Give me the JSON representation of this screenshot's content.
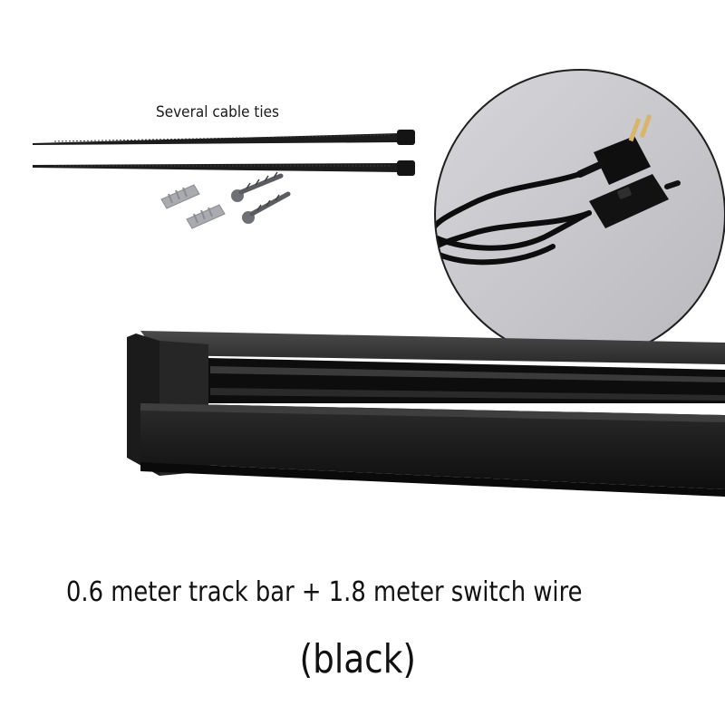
{
  "labels": {
    "cable_ties": "Several cable ties",
    "product_line": "0.6 meter track bar + 1.8 meter switch wire",
    "color": "(black)"
  },
  "colors": {
    "background": "#ffffff",
    "track": "#2b2b2b",
    "track_dark": "#141414",
    "inset_bg": "#c9c9cc",
    "wire": "#111111",
    "anchor": "#a9abb0"
  },
  "icons": {
    "cable_tie": "cable-tie-icon",
    "wall_anchor": "wall-anchor-icon",
    "screw": "screw-icon",
    "plug": "plug-icon",
    "switch": "inline-switch-icon"
  }
}
